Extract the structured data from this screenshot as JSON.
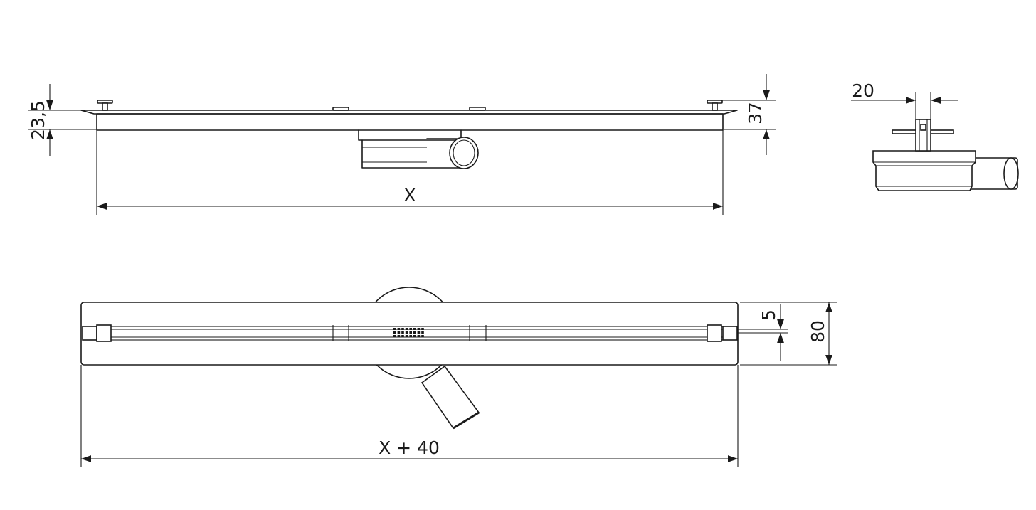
{
  "dimensions": {
    "frame_height": "23,5",
    "total_height": "37",
    "outlet_offset": "20",
    "length": "X",
    "total_length": "X + 40",
    "slot_width": "5",
    "width": "80"
  },
  "colors": {
    "line": "#1a1a1a",
    "background": "#ffffff"
  }
}
